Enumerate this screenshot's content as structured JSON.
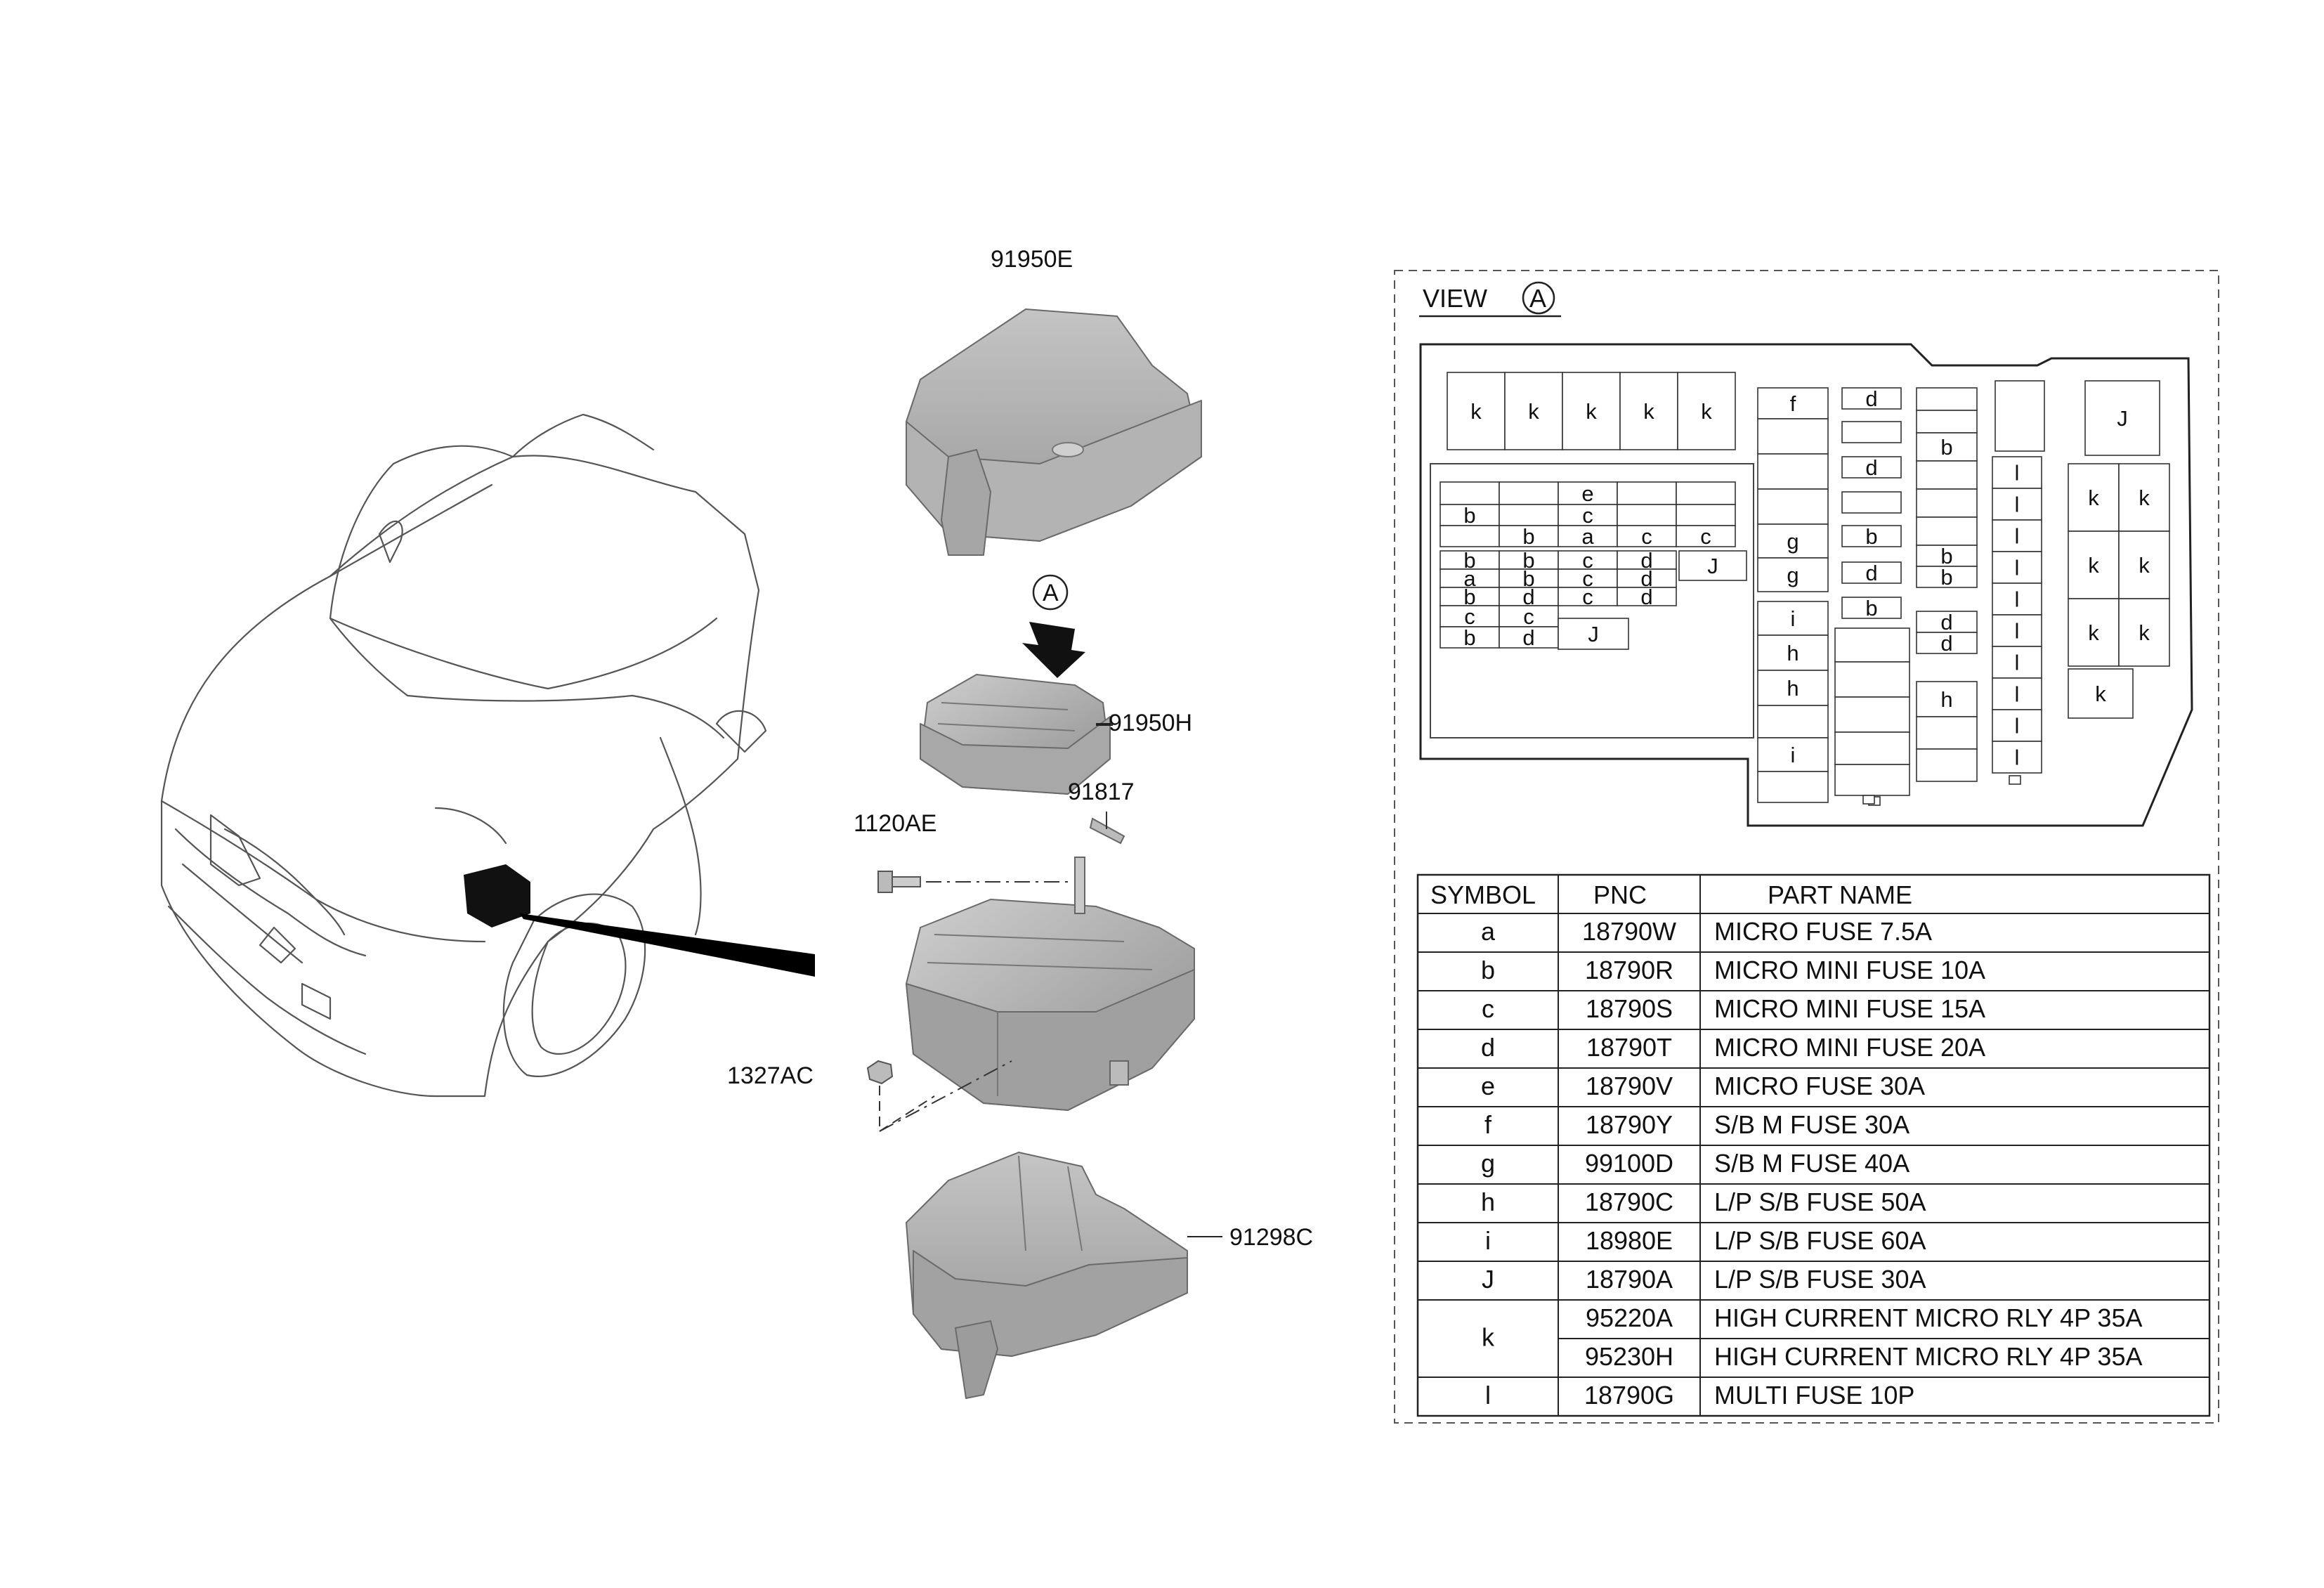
{
  "callouts": {
    "p1": "91950E",
    "p2": "91950H",
    "p3": "91817",
    "p4": "1120AE",
    "p5": "1327AC",
    "p6": "91298C",
    "view_letter": "A"
  },
  "view": {
    "title": "VIEW",
    "letter": "A"
  },
  "fuse_layout": {
    "k": "k",
    "b": "b",
    "c": "c",
    "d": "d",
    "e": "e",
    "f": "f",
    "g": "g",
    "h": "h",
    "i": "i",
    "j": "J",
    "l": "l",
    "a": "a"
  },
  "table": {
    "headers": [
      "SYMBOL",
      "PNC",
      "PART NAME"
    ],
    "rows": [
      {
        "symbol": "a",
        "pnc": "18790W",
        "name": "MICRO FUSE 7.5A"
      },
      {
        "symbol": "b",
        "pnc": "18790R",
        "name": "MICRO MINI FUSE 10A"
      },
      {
        "symbol": "c",
        "pnc": "18790S",
        "name": "MICRO MINI FUSE 15A"
      },
      {
        "symbol": "d",
        "pnc": "18790T",
        "name": "MICRO MINI FUSE 20A"
      },
      {
        "symbol": "e",
        "pnc": "18790V",
        "name": "MICRO FUSE 30A"
      },
      {
        "symbol": "f",
        "pnc": "18790Y",
        "name": "S/B M FUSE 30A"
      },
      {
        "symbol": "g",
        "pnc": "99100D",
        "name": "S/B M FUSE 40A"
      },
      {
        "symbol": "h",
        "pnc": "18790C",
        "name": "L/P S/B FUSE 50A"
      },
      {
        "symbol": "i",
        "pnc": "18980E",
        "name": "L/P S/B FUSE 60A"
      },
      {
        "symbol": "J",
        "pnc": "18790A",
        "name": "L/P S/B FUSE 30A"
      },
      {
        "symbol": "k",
        "pnc": "95220A",
        "name": "HIGH CURRENT MICRO RLY 4P 35A"
      },
      {
        "symbol": "",
        "pnc": "95230H",
        "name": "HIGH CURRENT MICRO RLY 4P 35A"
      },
      {
        "symbol": "l",
        "pnc": "18790G",
        "name": "MULTI FUSE 10P"
      }
    ]
  }
}
